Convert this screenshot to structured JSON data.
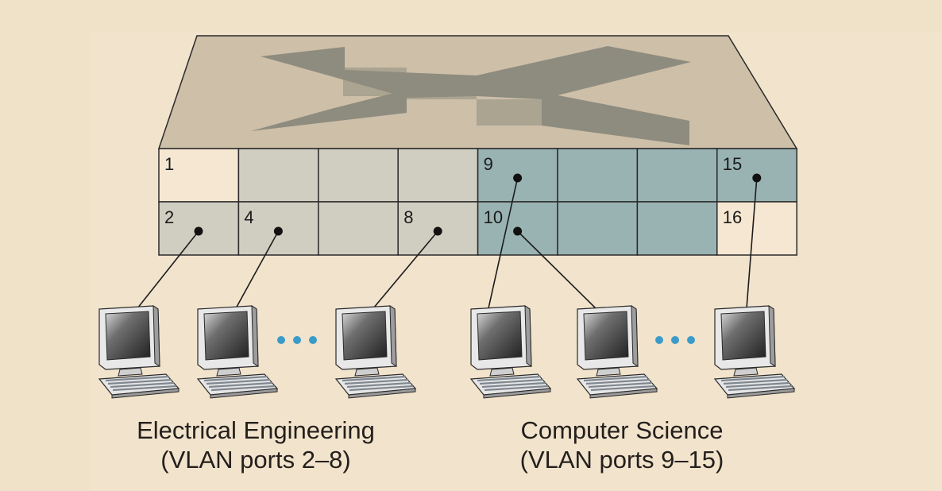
{
  "colors": {
    "background": "#f0e2c9",
    "panel": "#f2e3cc",
    "switch_top": "#cdbfa8",
    "switch_x_dark": "#8e8b7f",
    "switch_x_light": "#aaa491",
    "unused_port": "#f6e7d3",
    "ee_port": "#d0cec1",
    "cs_port": "#99b3b2",
    "ellipsis": "#3a9bc8"
  },
  "ports": [
    {
      "label": "1",
      "vlan": "unused"
    },
    {
      "label": "",
      "vlan": "ee"
    },
    {
      "label": "",
      "vlan": "ee"
    },
    {
      "label": "",
      "vlan": "ee"
    },
    {
      "label": "9",
      "vlan": "cs"
    },
    {
      "label": "",
      "vlan": "cs"
    },
    {
      "label": "",
      "vlan": "cs"
    },
    {
      "label": "15",
      "vlan": "cs"
    },
    {
      "label": "2",
      "vlan": "ee"
    },
    {
      "label": "4",
      "vlan": "ee"
    },
    {
      "label": "",
      "vlan": "ee"
    },
    {
      "label": "8",
      "vlan": "ee"
    },
    {
      "label": "10",
      "vlan": "cs"
    },
    {
      "label": "",
      "vlan": "cs"
    },
    {
      "label": "",
      "vlan": "cs"
    },
    {
      "label": "16",
      "vlan": "unused"
    }
  ],
  "groups": {
    "ee": {
      "title": "Electrical Engineering",
      "subtitle": "(VLAN ports 2–8)"
    },
    "cs": {
      "title": "Computer Science",
      "subtitle": "(VLAN ports 9–15)"
    }
  },
  "icons": {
    "switch": "ethernet-switch-icon",
    "computer": "desktop-computer-icon",
    "ellipsis": "ellipsis-dots-icon"
  }
}
